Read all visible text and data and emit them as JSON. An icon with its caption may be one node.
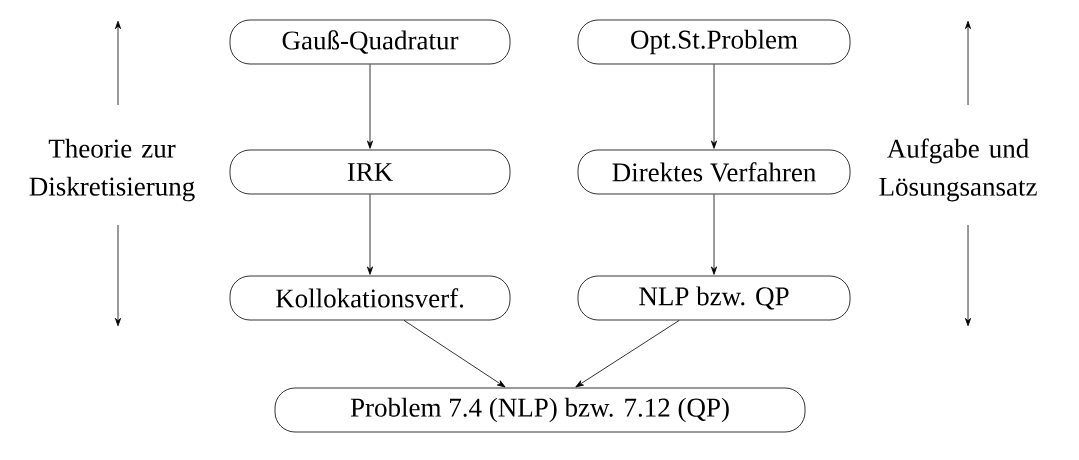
{
  "diagram": {
    "nodes": [
      {
        "text": [
          "Gauß-Quadratur"
        ]
      },
      {
        "text": [
          "Opt.St.Problem"
        ]
      },
      {
        "text": [
          "IRK"
        ]
      },
      {
        "text": [
          "Direktes Verfahren"
        ]
      },
      {
        "text": [
          "Kollokationsverf."
        ]
      },
      {
        "text": [
          "NLP bzw. QP"
        ]
      },
      {
        "text": [
          "Problem 7.4 (NLP) bzw. 7.12 (QP)"
        ]
      }
    ],
    "edges": [
      {
        "from": 0,
        "to": 2,
        "arrow": "to"
      },
      {
        "from": 2,
        "to": 4,
        "arrow": "to"
      },
      {
        "from": 1,
        "to": 3,
        "arrow": "to"
      },
      {
        "from": 3,
        "to": 5,
        "arrow": "to"
      },
      {
        "from": 4,
        "to": 6,
        "arrow": "to"
      },
      {
        "from": 5,
        "to": 6,
        "arrow": "to"
      }
    ],
    "labels": [
      "Theorie zur Diskretisierung",
      "Aufgabe und Lösungsansatz"
    ]
  }
}
